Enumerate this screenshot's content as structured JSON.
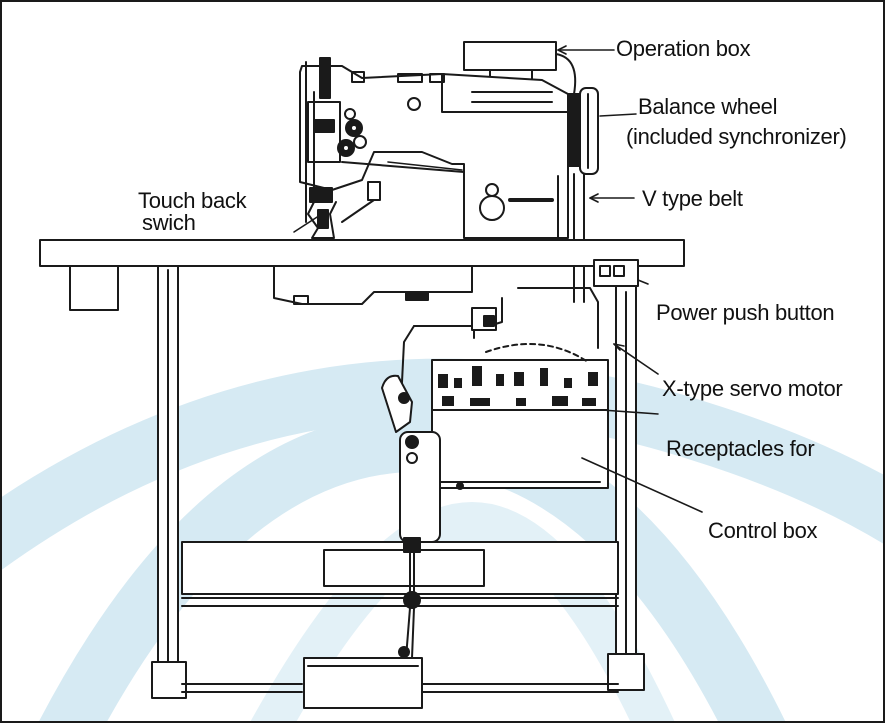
{
  "labels": {
    "operation_box": "Operation box",
    "balance_wheel": "Balance wheel",
    "balance_wheel_sub": "(included synchronizer)",
    "touch_back_line1": "Touch back",
    "touch_back_line2": "swich",
    "v_type_belt": "V type belt",
    "power_push_button": "Power push button",
    "servo_motor": "X-type servo motor",
    "receptacles": "Receptacles for",
    "control_box": "Control box"
  },
  "colors": {
    "line": "#1a1a1a",
    "watermark": "#cfe6f0",
    "background": "#ffffff"
  }
}
